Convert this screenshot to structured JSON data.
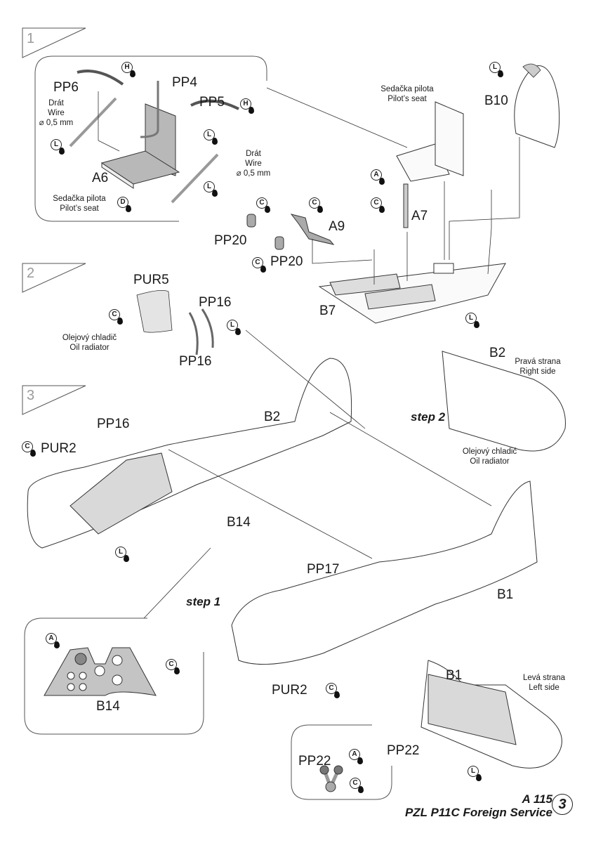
{
  "document": {
    "kit_code": "A 115",
    "kit_title": "PZL P11C Foreign Service",
    "page_number": "3"
  },
  "steps": {
    "step1_number": "1",
    "step2_number": "2",
    "step3_number": "3"
  },
  "section1": {
    "parts": {
      "pp6": "PP6",
      "pp4": "PP4",
      "pp5": "PP5",
      "a6": "A6",
      "pp20_a": "PP20",
      "pp20_b": "PP20",
      "a9": "A9",
      "a7": "A7",
      "b7": "B7",
      "b10": "B10"
    },
    "notes": {
      "wire_left": [
        "Drát",
        "Wire",
        "⌀ 0,5 mm"
      ],
      "wire_right": [
        "Drát",
        "Wire",
        "⌀ 0,5 mm"
      ],
      "seat_detail": [
        "Sedačka pilota",
        "Pilot’s seat"
      ],
      "seat_assembled": [
        "Sedačka pilota",
        "Pilot’s seat"
      ]
    },
    "paint_codes": [
      "H",
      "H",
      "L",
      "L",
      "L",
      "D",
      "C",
      "C",
      "C",
      "A",
      "C",
      "L",
      "L"
    ]
  },
  "section2": {
    "parts": {
      "pur5": "PUR5",
      "pp16_top": "PP16",
      "pp16_bottom": "PP16"
    },
    "notes": {
      "oil_radiator": [
        "Olejový chladič",
        "Oil radiator"
      ]
    },
    "paint_codes": [
      "C",
      "L"
    ]
  },
  "section3": {
    "parts": {
      "b2": "B2",
      "b2_right": "B2",
      "pp16": "PP16",
      "pur2_left": "PUR2",
      "b14": "B14",
      "b14_panel": "B14",
      "pp17": "PP17",
      "b1": "B1",
      "b1_left": "B1",
      "pur2_right": "PUR2",
      "pp22_detail": "PP22",
      "pp22": "PP22"
    },
    "step_labels": {
      "step1": "step 1",
      "step2": "step 2"
    },
    "notes": {
      "right_side": [
        "Pravá strana",
        "Right side"
      ],
      "oil_radiator": [
        "Olejový chladič",
        "Oil radiator"
      ],
      "left_side": [
        "Levá strana",
        "Left side"
      ]
    },
    "paint_codes": [
      "C",
      "L",
      "A",
      "C",
      "C",
      "L",
      "A",
      "C"
    ]
  },
  "colors": {
    "line": "#333333",
    "part_fill_grey": "#b8b8b8",
    "interior_grey": "#d9d9d9",
    "frame_grey": "#8a8a8a"
  }
}
